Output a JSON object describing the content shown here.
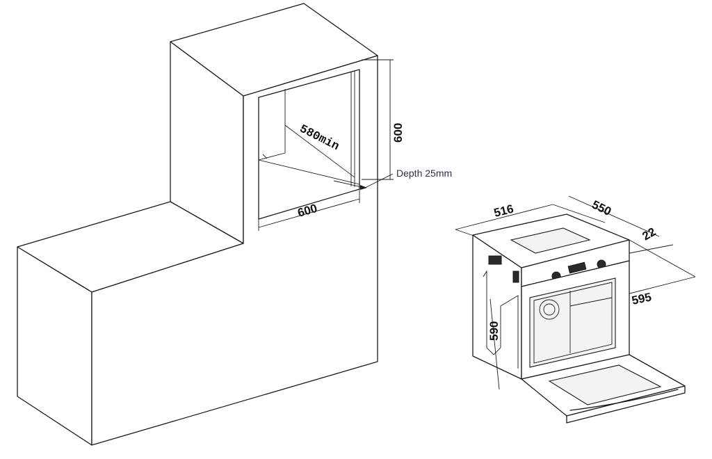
{
  "cabinet": {
    "height_label": "600",
    "width_label": "600",
    "depth_label": "580min",
    "note_label": "Depth 25mm"
  },
  "oven": {
    "width_label": "516",
    "depth_label": "550",
    "door_label": "22",
    "front_width_label": "595",
    "height_label": "590"
  }
}
